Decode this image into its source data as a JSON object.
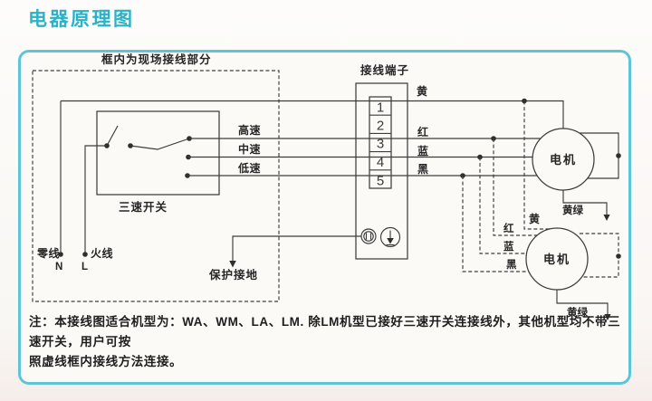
{
  "title": "电器原理图",
  "frame": {
    "dashed_box_label": "框内为现场接线部分"
  },
  "switch": {
    "label": "三速开关",
    "speeds": {
      "high": "高速",
      "mid": "中速",
      "low": "低速"
    }
  },
  "terminal": {
    "label": "接线端子",
    "numbers": [
      "1",
      "2",
      "3",
      "4",
      "5"
    ]
  },
  "wires": {
    "yellow": "黄",
    "red": "红",
    "blue": "蓝",
    "black": "黑",
    "yellow_green": "黄绿"
  },
  "power": {
    "neutral_label": "零线",
    "neutral_symbol": "N",
    "live_label": "火线",
    "live_symbol": "L"
  },
  "ground": {
    "label": "保护接地"
  },
  "motor": {
    "label": "电机"
  },
  "note": {
    "line1": "注：本接线图适合机型为：WA、WM、LA、LM. 除LM机型已接好三速开关连接线外，其他机型均不带三速开关，用户可按",
    "line2": "照虚线框内接线方法连接。"
  },
  "colors": {
    "accent": "#29b2c8",
    "frame_border": "#5ec5d9",
    "line": "#3d3d3d"
  }
}
